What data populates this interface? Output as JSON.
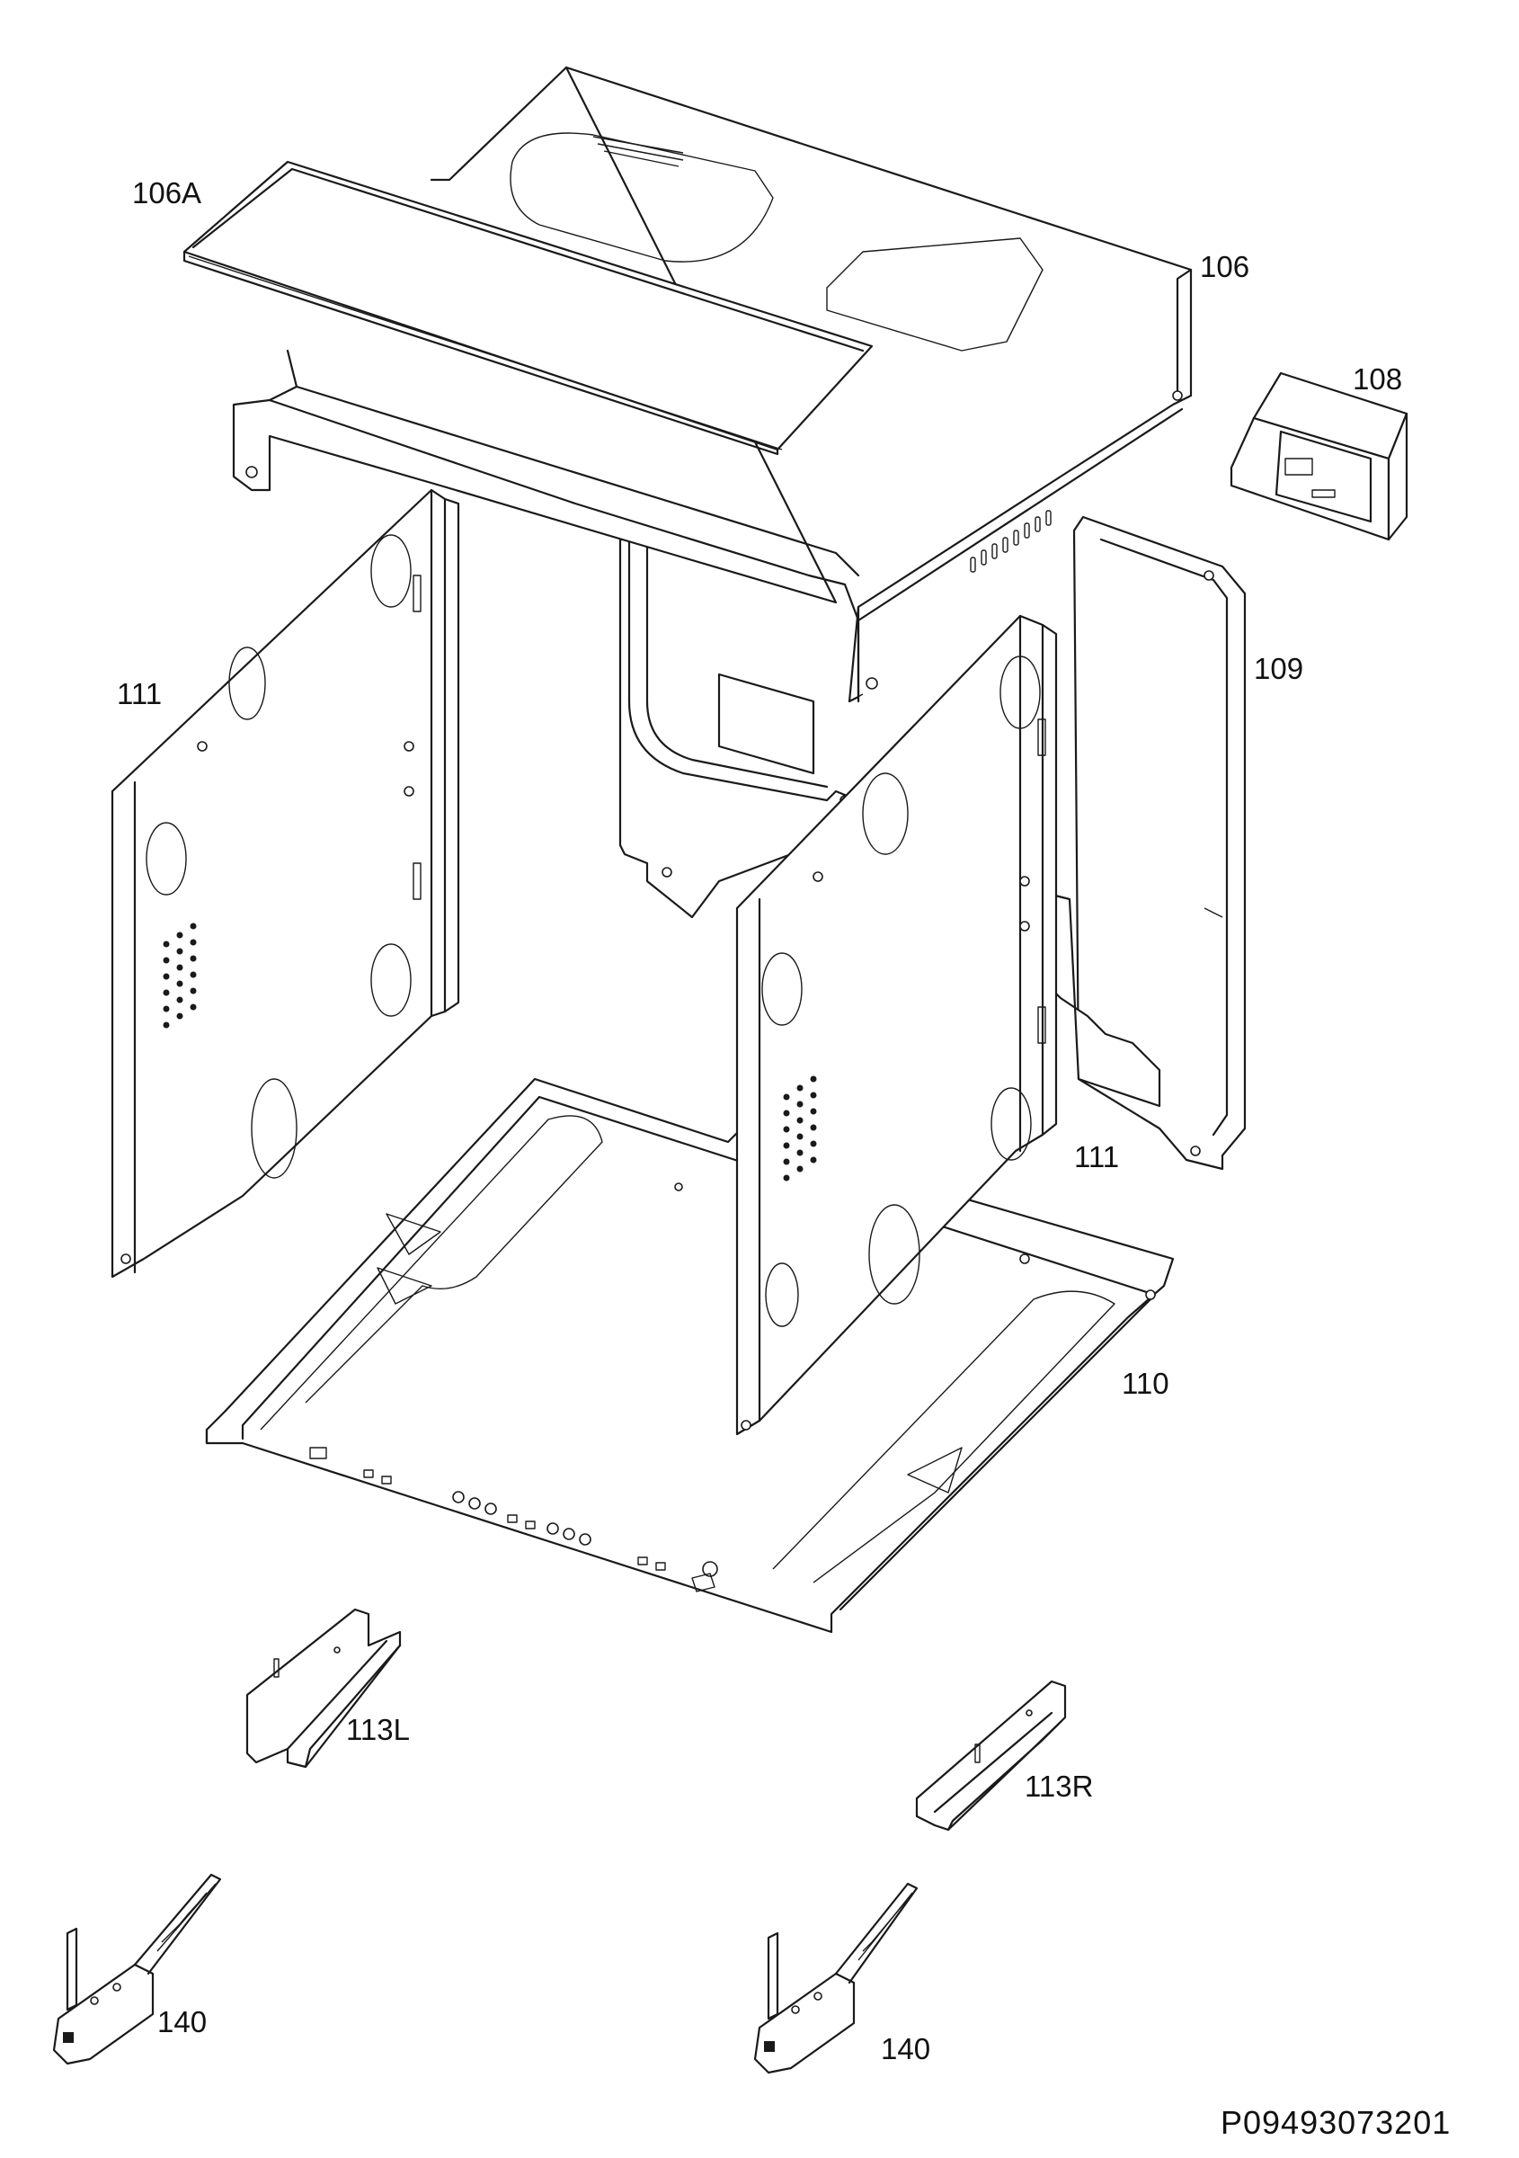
{
  "diagram": {
    "drawing_number": "P09493073201",
    "parts": {
      "top_cover_insulation": "106A",
      "top_cover": "106",
      "control_bracket": "108",
      "back_panel": "109",
      "side_panel_left": "111",
      "side_panel_right": "111",
      "bottom_frame": "110",
      "runner_left": "113L",
      "runner_right": "113R",
      "hinge_left": "140",
      "hinge_right": "140"
    }
  }
}
